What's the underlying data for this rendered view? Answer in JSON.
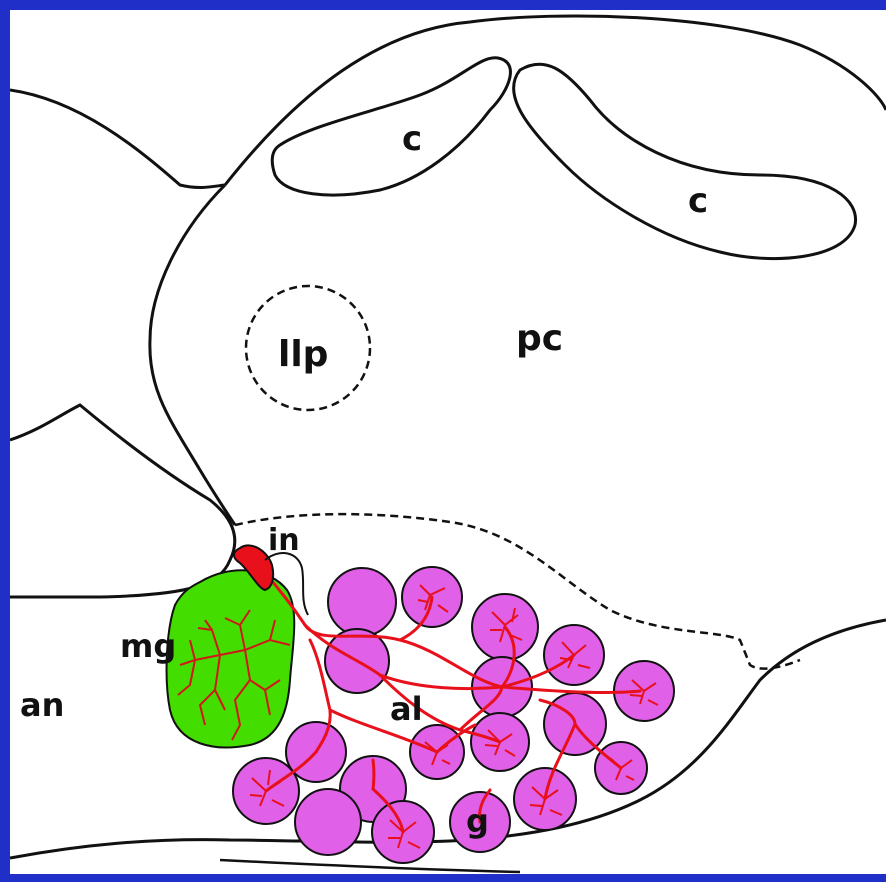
{
  "labels": {
    "c_upper": "c",
    "c_right": "c",
    "llp": "llp",
    "pc": "pc",
    "in": "in",
    "mg": "mg",
    "an": "an",
    "al": "al",
    "g": "g"
  },
  "colors": {
    "frame": "#1f2fc8",
    "background": "#ffffff",
    "outline": "#111111",
    "neuron": "#e8101a",
    "macroglomerulus": "#44dd00",
    "glomerulus": "#e060e8"
  }
}
